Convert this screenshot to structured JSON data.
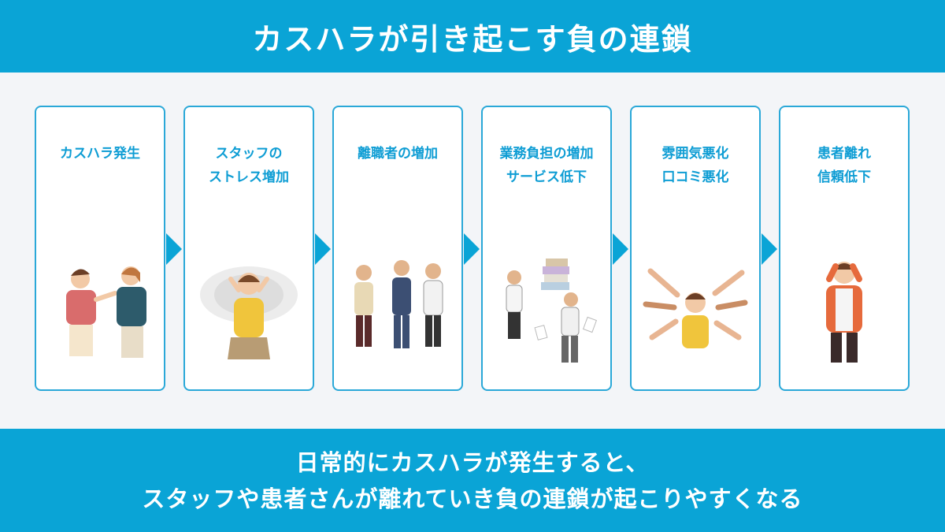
{
  "title": "カスハラが引き起こす負の連鎖",
  "steps": [
    {
      "label": "カスハラ発生"
    },
    {
      "label": "スタッフの\nストレス増加"
    },
    {
      "label": "離職者の増加"
    },
    {
      "label": "業務負担の増加\nサービス低下"
    },
    {
      "label": "雰囲気悪化\n口コミ悪化"
    },
    {
      "label": "患者離れ\n信頼低下"
    }
  ],
  "footer": {
    "line1": "日常的にカスハラが発生すると、",
    "line2": "スタッフや患者さんが離れていき負の連鎖が起こりやすくなる"
  },
  "colors": {
    "accent": "#0aa4d6",
    "card_border": "#2aa8d8",
    "label": "#0e9dd4"
  }
}
